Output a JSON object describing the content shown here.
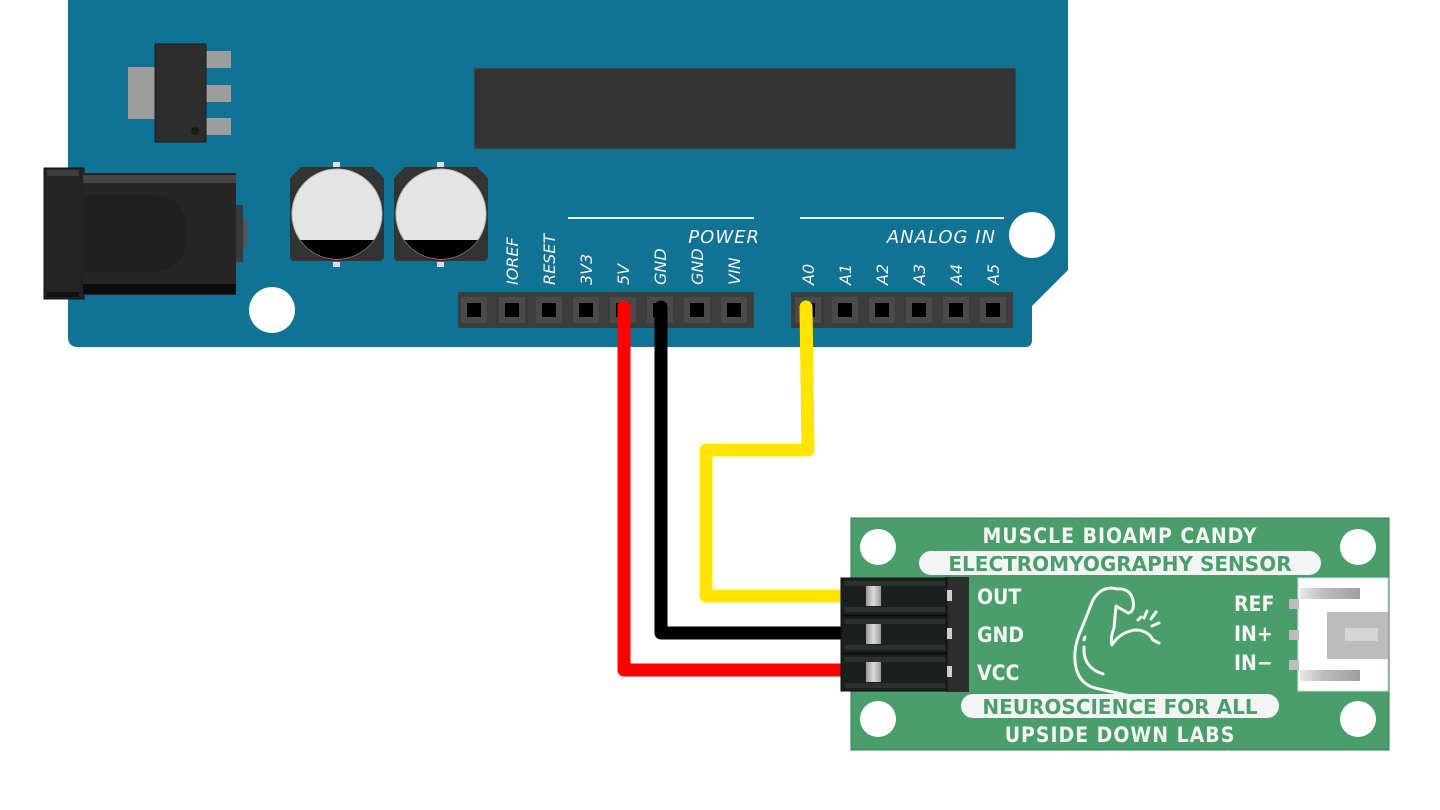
{
  "diagram": {
    "title": "Arduino to Muscle BioAmp Candy wiring",
    "arduino": {
      "power_header_label": "POWER",
      "analog_header_label": "ANALOG IN",
      "power_pins": [
        "IOREF",
        "RESET",
        "3V3",
        "5V",
        "GND",
        "GND",
        "VIN"
      ],
      "analog_pins": [
        "A0",
        "A1",
        "A2",
        "A3",
        "A4",
        "A5"
      ],
      "colors": {
        "board": "#117394",
        "header": "#3d3d3d",
        "chip": "#333333",
        "silkscreen": "#f2f2f2"
      }
    },
    "sensor": {
      "title": "MUSCLE BIOAMP CANDY",
      "subtitle": "ELECTROMYOGRAPHY SENSOR",
      "tagline": "NEUROSCIENCE FOR ALL",
      "maker": "UPSIDE DOWN LABS",
      "left_pins": [
        "OUT",
        "GND",
        "VCC"
      ],
      "right_pins": [
        "REF",
        "IN+",
        "IN−"
      ],
      "logo_icon": "flexed-bicep-icon",
      "colors": {
        "board": "#4a9e6b",
        "text": "#f4f4f4"
      }
    },
    "wires": [
      {
        "name": "signal",
        "from": "A0",
        "to": "OUT",
        "color": "#ffe600"
      },
      {
        "name": "ground",
        "from": "GND",
        "to": "GND",
        "color": "#000000"
      },
      {
        "name": "power",
        "from": "5V",
        "to": "VCC",
        "color": "#ff0000"
      }
    ]
  }
}
